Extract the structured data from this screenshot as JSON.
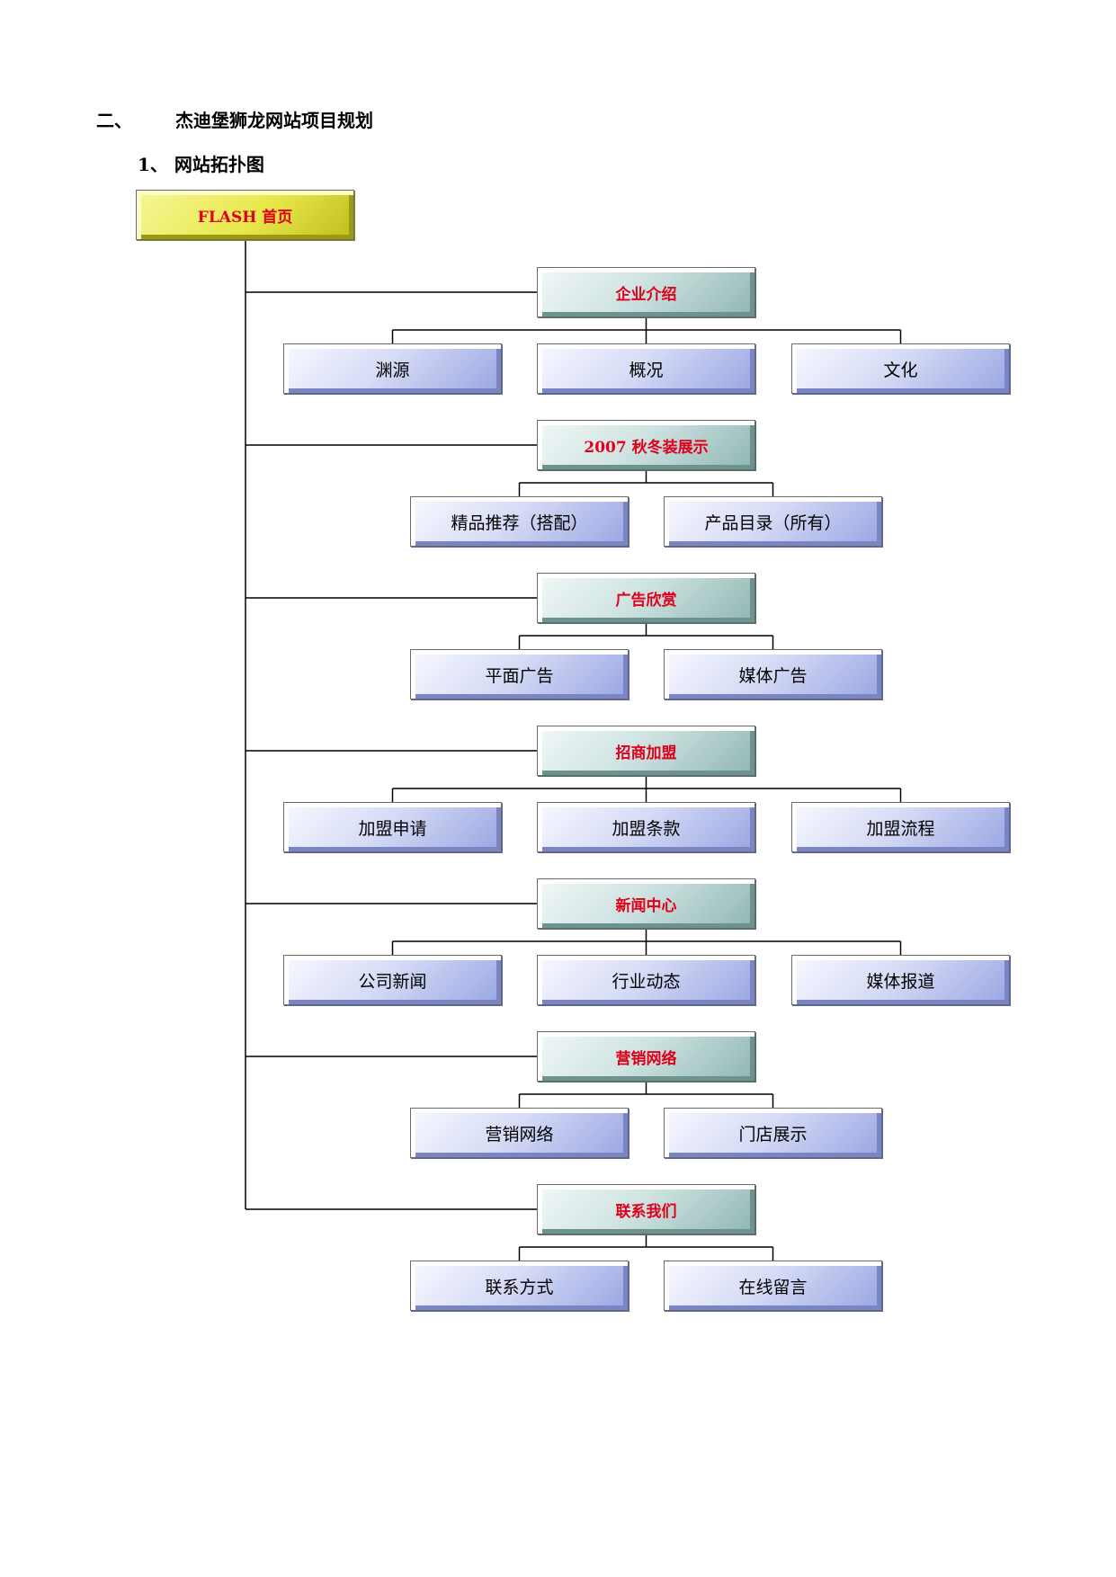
{
  "section": {
    "number": "二、",
    "title": "杰迪堡狮龙网站项目规划"
  },
  "subsection": {
    "title": "1、 网站拓扑图"
  },
  "root": {
    "label": "FLASH 首页"
  },
  "categories": [
    {
      "label": "企业介绍",
      "children": [
        "渊源",
        "概况",
        "文化"
      ]
    },
    {
      "label": "2007 秋冬装展示",
      "children": [
        "精品推荐（搭配）",
        "产品目录（所有）"
      ]
    },
    {
      "label": "广告欣赏",
      "children": [
        "平面广告",
        "媒体广告"
      ]
    },
    {
      "label": "招商加盟",
      "children": [
        "加盟申请",
        "加盟条款",
        "加盟流程"
      ]
    },
    {
      "label": "新闻中心",
      "children": [
        "公司新闻",
        "行业动态",
        "媒体报道"
      ]
    },
    {
      "label": "营销网络",
      "children": [
        "营销网络",
        "门店展示"
      ]
    },
    {
      "label": "联系我们",
      "children": [
        "联系方式",
        "在线留言"
      ]
    }
  ],
  "colors": {
    "category_text": "#e0001b",
    "root_fill": "#e8e84a",
    "category_fill": "#cfe4e2",
    "leaf_fill": "#d7dcf6",
    "connector": "#000000"
  }
}
